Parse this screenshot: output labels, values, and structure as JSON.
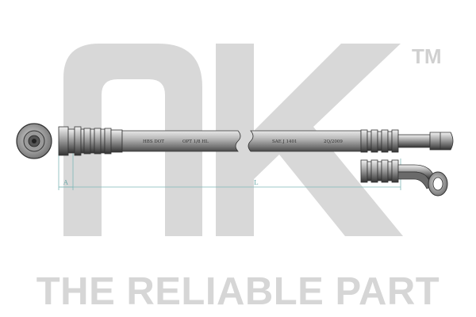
{
  "brand": {
    "trademark": "TM",
    "tagline": "THE RELIABLE PART",
    "watermark_color": "#d8d8d8"
  },
  "hose": {
    "markings": [
      "HBS DOT",
      "OPT 1/8 HL",
      "SAE J 1401",
      "2Q/2009"
    ],
    "dimension_labels": [
      "A",
      "L"
    ],
    "dimension_color": "#7fb8b8"
  }
}
